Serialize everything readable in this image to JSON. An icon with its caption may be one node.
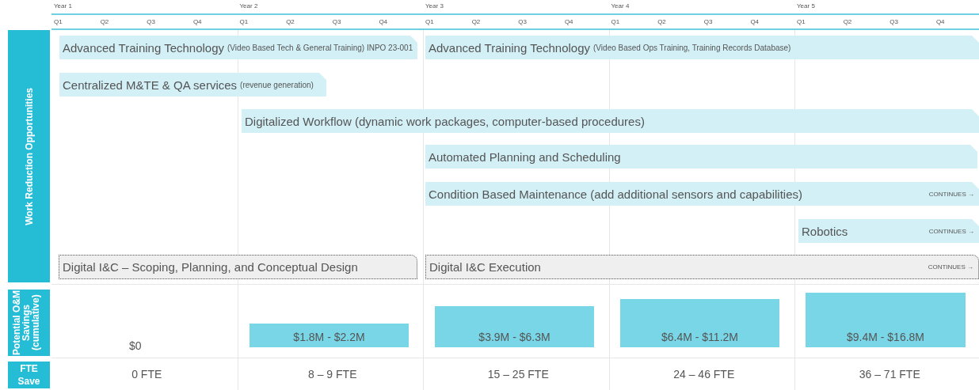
{
  "diagram": {
    "nodes": [
      {
        "text": [
          "Work Reduction Opportunities"
        ]
      },
      {
        "text": [
          "Advanced Training Technology",
          "(Video Based Tech & General Training) INPO 23-001"
        ]
      },
      {
        "text": [
          "Advanced Training Technology",
          "(Video Based Ops Training, Training Records Database)"
        ]
      },
      {
        "text": [
          "Centralized M&TE & QA services",
          "(revenue generation)"
        ]
      },
      {
        "text": [
          "Digitalized Workflow (dynamic work packages, computer-based procedures)"
        ]
      },
      {
        "text": [
          "Automated Planning and Scheduling"
        ]
      },
      {
        "text": [
          "Condition Based Maintenance (add additional sensors and capabilities)",
          "CONTINUES →"
        ]
      },
      {
        "text": [
          "Robotics",
          "CONTINUES →"
        ]
      },
      {
        "text": [
          "Digital I&C – Scoping, Planning, and Conceptual Design"
        ]
      },
      {
        "text": [
          "Digital I&C Execution",
          "CONTINUES →"
        ]
      },
      {
        "text": [
          "Potential O&M Savings (cumulative)"
        ]
      },
      {
        "text": [
          "$1.8M - $2.2M"
        ]
      },
      {
        "text": [
          "$3.9M - $6.3M"
        ]
      },
      {
        "text": [
          "$6.4M - $11.2M"
        ]
      },
      {
        "text": [
          "$9.4M - $16.8M"
        ]
      },
      {
        "text": [
          "FTE Save"
        ]
      }
    ],
    "labels": [
      "Year 1",
      "Year  2",
      "Year 3",
      "Year 4",
      "Year 5",
      "Q1",
      "Q2",
      "Q3",
      "Q4",
      "Q1",
      "Q2",
      "Q3",
      "Q4",
      "Q1",
      "Q2",
      "Q3",
      "Q4",
      "Q1",
      "Q2",
      "Q3",
      "Q4",
      "Q1",
      "Q2",
      "Q3",
      "Q4",
      "$0",
      "0 FTE",
      "8 – 9 FTE",
      "15 – 25 FTE",
      "24 – 46 FTE",
      "36 – 71 FTE"
    ]
  }
}
